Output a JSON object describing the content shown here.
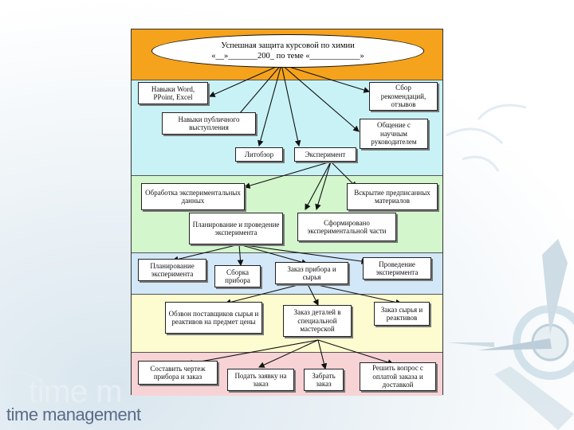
{
  "watermark": {
    "text": "time management",
    "faded_text": "time m"
  },
  "colors": {
    "orange": "#f5a21c",
    "cyan": "#c9f2f6",
    "green": "#d3f6cd",
    "blue": "#d2e8f8",
    "yellow": "#fdfcd0",
    "pink": "#f7d3d5"
  },
  "diagram": {
    "title_line1": "Успешная защита курсовой по химии",
    "title_line2": "«__»_______200_ по теме «____________»",
    "level1": {
      "skills_word": "Навыки Word, PPoint, Excel",
      "recommendations": "Сбор рекомендаций, отзывов",
      "public_speaking": "Навыки публичного выступления",
      "advisor": "Общение с научным руководителем",
      "literature": "Литобзор",
      "experiment": "Эксперимент"
    },
    "level2": {
      "processing": "Обработка экспериментальных данных",
      "reagents_weighing": "Вскрытие предписанных материалов",
      "planning_conduct": "Планирование и проведение эксперимента",
      "formulated_part": "Сформировано экспериментальной части"
    },
    "level3": {
      "planning": "Планирование эксперимента",
      "assembly": "Сборка прибора",
      "order_device": "Заказ прибора и сырья",
      "conduct": "Проведение эксперимента"
    },
    "level4": {
      "suppliers": "Обзвон поставщиков сырья и реактивов на предмет цены",
      "order_parts": "Заказ деталей в специальной мастерской",
      "order_reagents": "Заказ сырья и реактивов"
    },
    "level5": {
      "drawing": "Составить чертеж прибора и заказ",
      "submit_order": "Подать заявку на заказ",
      "pick_up": "Забрать заказ",
      "decide": "Решить вопрос с оплатой заказа и доставкой"
    }
  }
}
